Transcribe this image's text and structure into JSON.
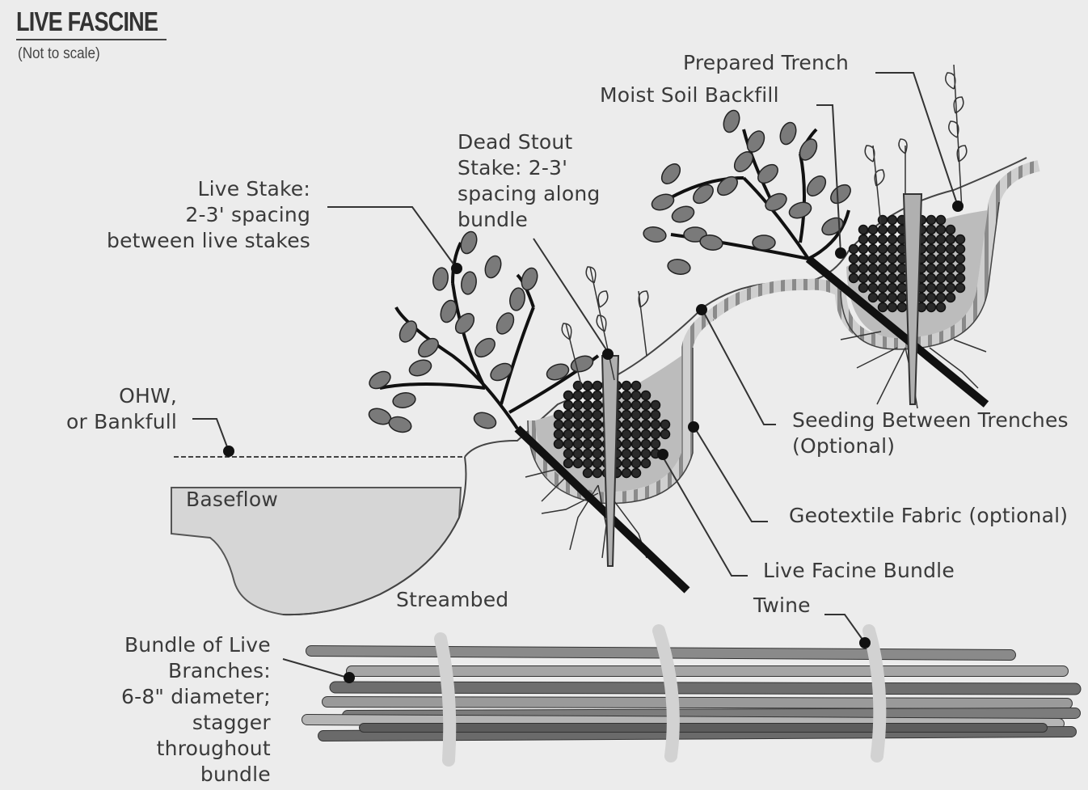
{
  "title": "LIVE FASCINE",
  "subtitle": "(Not to scale)",
  "labels": {
    "prepared_trench": "Prepared Trench",
    "moist_soil_backfill": "Moist Soil Backfill",
    "dead_stout_stake": "Dead Stout\nStake: 2-3'\nspacing along\nbundle",
    "live_stake": "Live Stake:\n2-3' spacing\nbetween live stakes",
    "ohw": "OHW,\nor Bankfull",
    "baseflow": "Baseflow",
    "streambed": "Streambed",
    "seeding": "Seeding Between Trenches\n(Optional)",
    "geotextile": "Geotextile Fabric (optional)",
    "live_facine_bundle": "Live Facine Bundle",
    "twine": "Twine",
    "bundle_of_live_branches": "Bundle of Live\nBranches:\n6-8\" diameter;\nstagger\nthroughout\nbundle"
  },
  "colors": {
    "background": "#ececec",
    "line": "#1a1a1a",
    "leaf": "#7a7a7a",
    "water": "#d6d6d6",
    "soil": "#bcbcbc",
    "stake": "#b0b0b0",
    "twine": "#d2d2d2"
  }
}
